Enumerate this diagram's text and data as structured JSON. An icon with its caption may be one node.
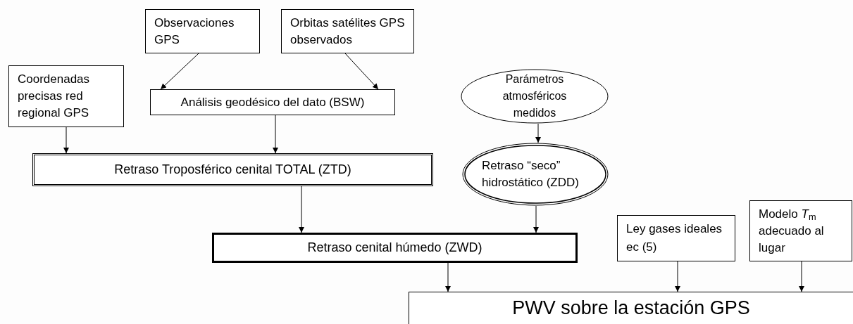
{
  "diagram": {
    "nodes": [
      {
        "text": [
          "Observaciones GPS"
        ]
      },
      {
        "text": [
          "Orbitas satélites GPS observados"
        ]
      },
      {
        "text": [
          "Coordenadas precisas red regional GPS"
        ]
      },
      {
        "text": [
          "Análisis geodésico del dato (BSW)"
        ]
      },
      {
        "text": [
          "Parámetros atmosféricos medidos"
        ]
      },
      {
        "text": [
          "Retraso Troposférico cenital TOTAL (ZTD)"
        ]
      },
      {
        "text": [
          "Retraso “seco” hidrostático (ZDD)"
        ]
      },
      {
        "text": [
          "Retraso cenital húmedo (ZWD)"
        ]
      },
      {
        "text": [
          "Ley gases ideales ec (5)"
        ]
      },
      {
        "text": [
          "Modelo *T*$_{m}$ adecuado al lugar"
        ]
      },
      {
        "text": [
          "PWV sobre la estación GPS"
        ]
      }
    ],
    "edges": [
      {
        "from": 0,
        "to": 3,
        "arrow": "to"
      },
      {
        "from": 1,
        "to": 3,
        "arrow": "to"
      },
      {
        "from": 2,
        "to": 5,
        "arrow": "to"
      },
      {
        "from": 3,
        "to": 5,
        "arrow": "to"
      },
      {
        "from": 4,
        "to": 6,
        "arrow": "to"
      },
      {
        "from": 5,
        "to": 7,
        "arrow": "to"
      },
      {
        "from": 6,
        "to": 7,
        "arrow": "to"
      },
      {
        "from": 7,
        "to": 10,
        "arrow": "to"
      },
      {
        "from": 8,
        "to": 10,
        "arrow": "to"
      },
      {
        "from": 9,
        "to": 10,
        "arrow": "to"
      }
    ]
  }
}
